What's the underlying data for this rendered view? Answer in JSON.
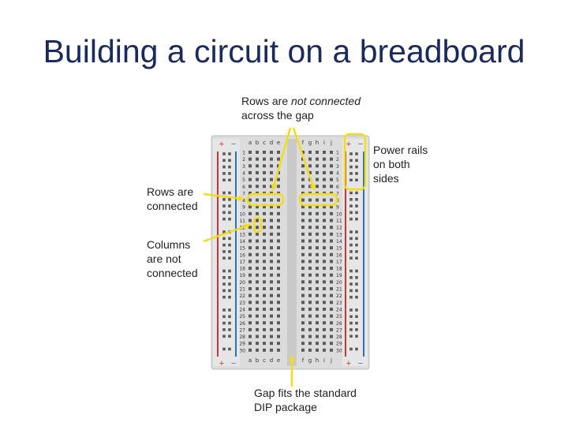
{
  "slide": {
    "title": "Building a circuit on a breadboard"
  },
  "labels": {
    "gap_rows_line1_prefix": "Rows are ",
    "gap_rows_line1_italic": "not connected",
    "gap_rows_line2": "across the gap",
    "rows_connected_line1": "Rows are",
    "rows_connected_line2": "connected",
    "columns_line1": "Columns",
    "columns_line2": "are not",
    "columns_line3": "connected",
    "power_line1": "Power rails",
    "power_line2": "on both",
    "power_line3": "sides",
    "dip_line1": "Gap fits the standard",
    "dip_line2": "DIP package"
  },
  "breadboard": {
    "column_letters_left": [
      "a",
      "b",
      "c",
      "d",
      "e"
    ],
    "column_letters_right": [
      "f",
      "g",
      "h",
      "i",
      "j"
    ],
    "row_count": 30,
    "rail_plus": "+",
    "rail_minus": "−"
  },
  "colors": {
    "title": "#1b2a5c",
    "highlight": "#f5dc1a",
    "rail_red": "#c8343c",
    "rail_blue": "#2f6fb5",
    "board": "#dcdcdc",
    "hole": "#5a5a5a"
  }
}
